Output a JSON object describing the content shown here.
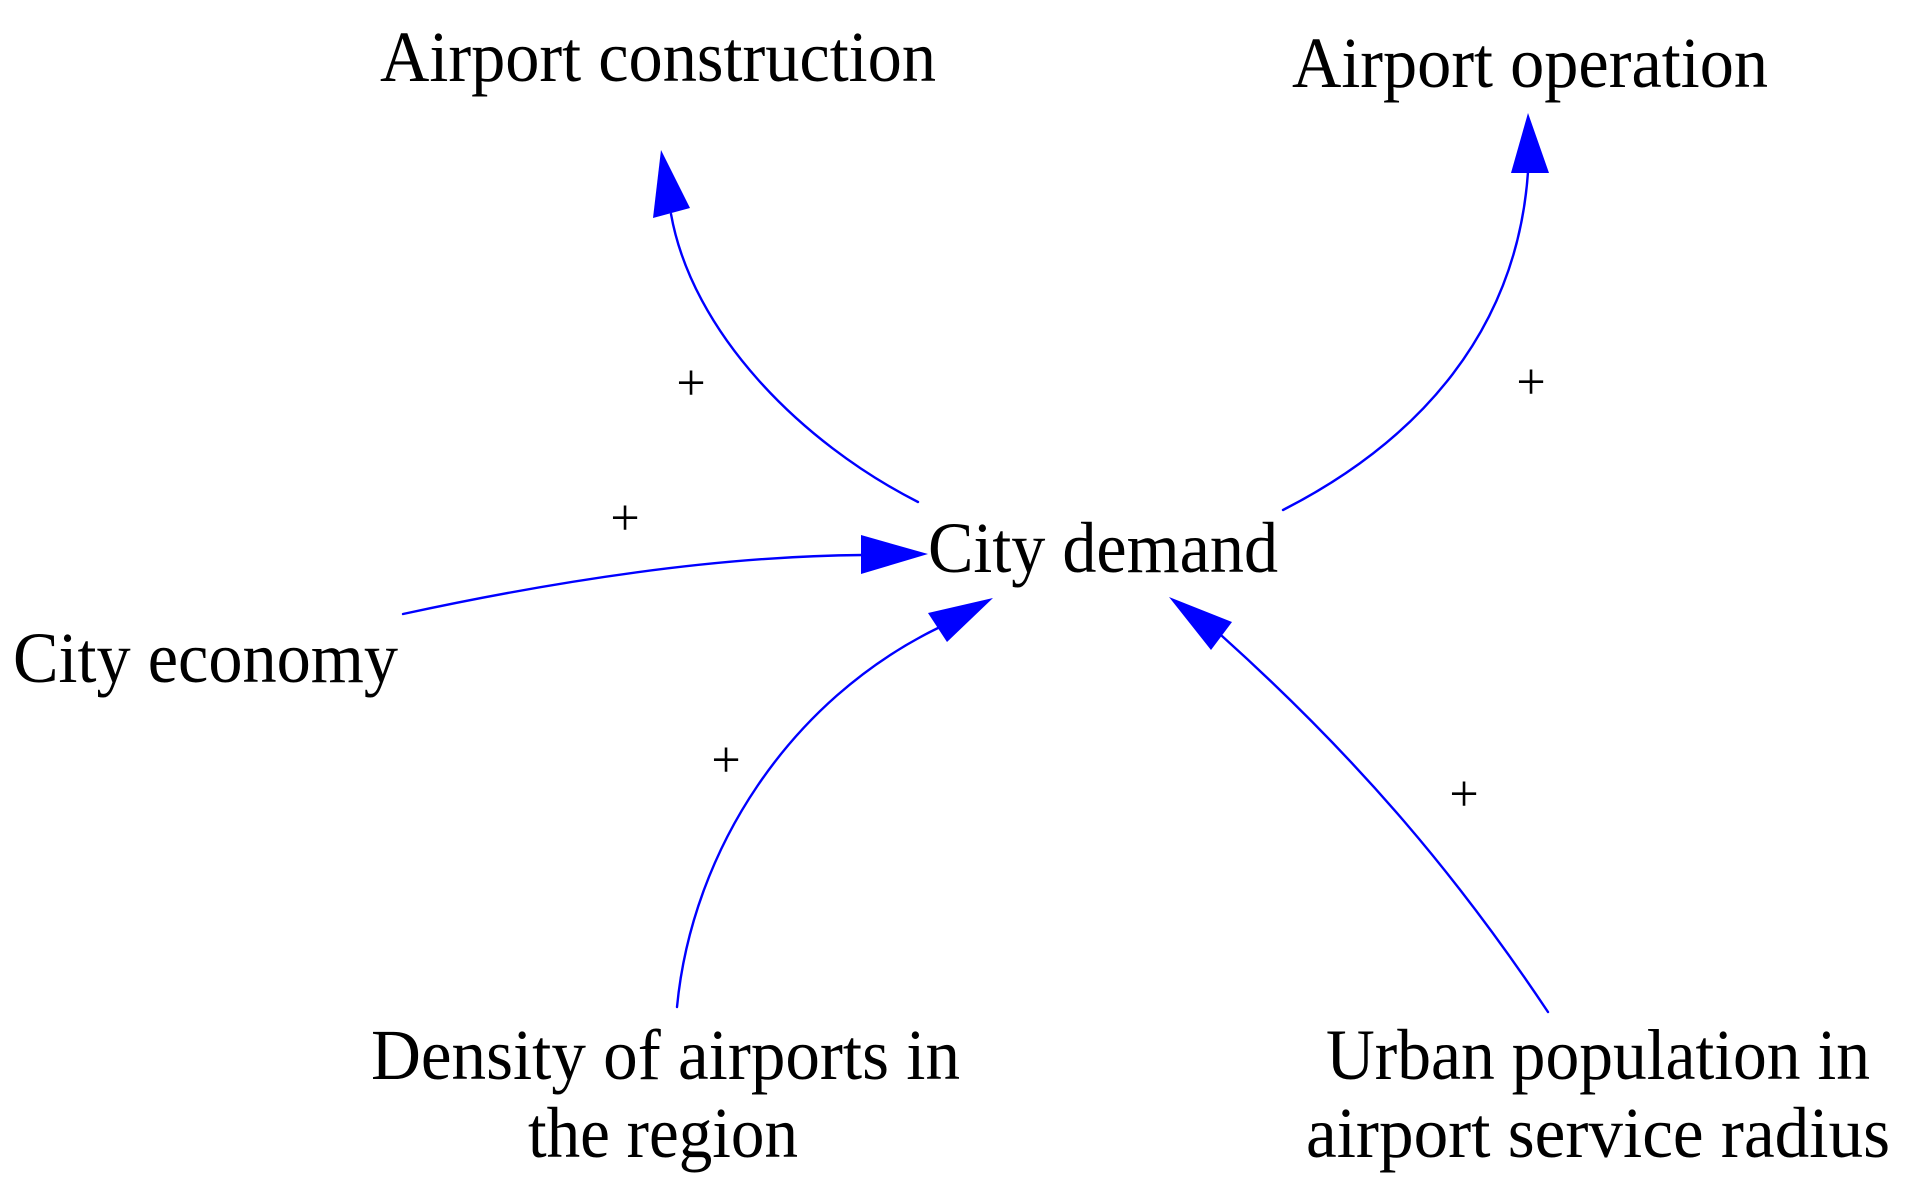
{
  "diagram": {
    "type": "causal-loop-diagram",
    "link_color": "#0000FF",
    "text_color": "#000000",
    "background": "#FFFFFF",
    "nodes": {
      "airport_construction": {
        "lines": [
          "Airport construction"
        ]
      },
      "airport_operation": {
        "lines": [
          "Airport operation"
        ]
      },
      "city_demand": {
        "lines": [
          "City demand"
        ]
      },
      "city_economy": {
        "lines": [
          "City economy"
        ]
      },
      "density_of_airports": {
        "lines": [
          "Density of airports in",
          "the region"
        ]
      },
      "urban_population": {
        "lines": [
          "Urban population in",
          "airport service radius"
        ]
      }
    },
    "links": [
      {
        "from": "City demand",
        "to": "Airport construction",
        "polarity": "+"
      },
      {
        "from": "City demand",
        "to": "Airport operation",
        "polarity": "+"
      },
      {
        "from": "City economy",
        "to": "City demand",
        "polarity": "+"
      },
      {
        "from": "Density of airports in the region",
        "to": "City demand",
        "polarity": "+"
      },
      {
        "from": "Urban population in airport service radius",
        "to": "City demand",
        "polarity": "+"
      }
    ]
  }
}
